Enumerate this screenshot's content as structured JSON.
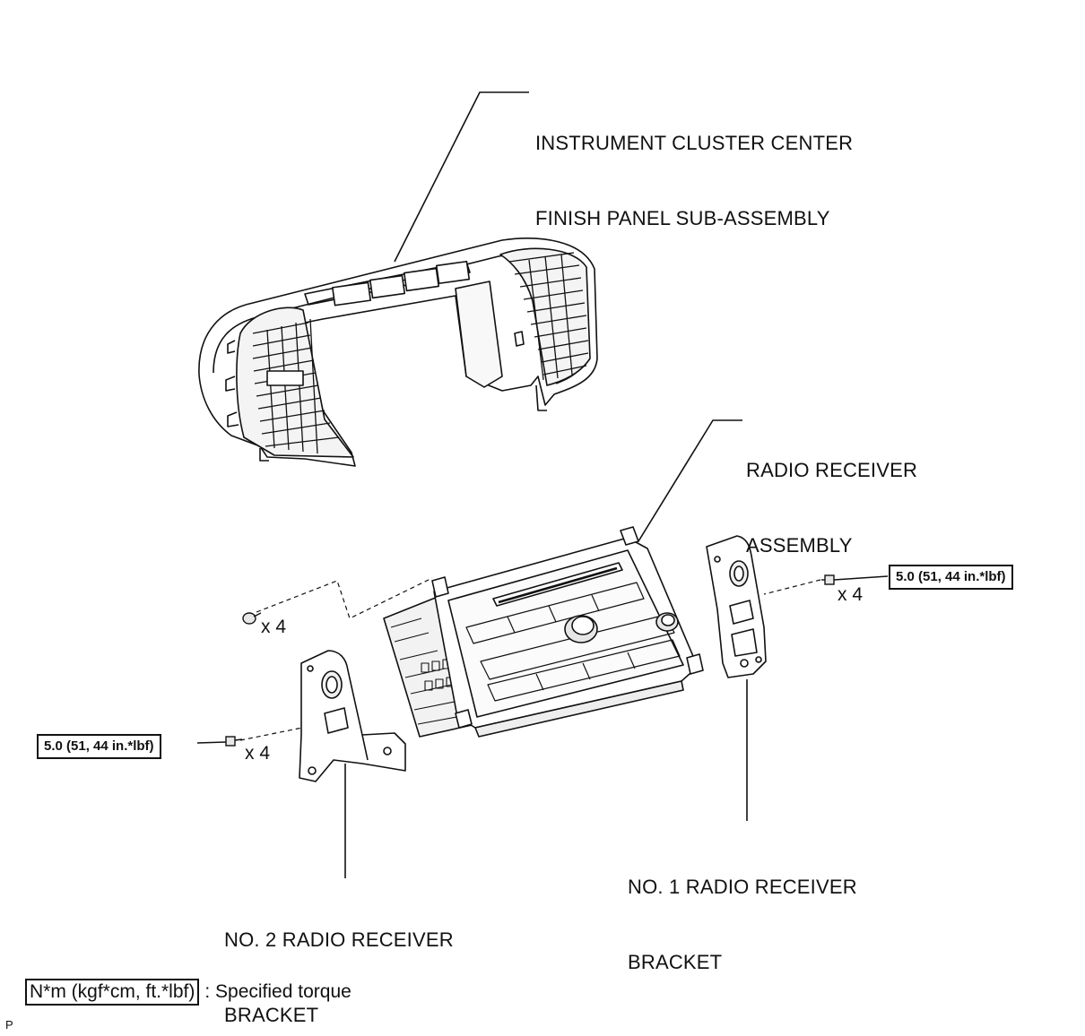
{
  "labels": {
    "finish_panel_line1": "INSTRUMENT CLUSTER CENTER",
    "finish_panel_line2": "FINISH PANEL SUB-ASSEMBLY",
    "radio_receiver_line1": "RADIO RECEIVER",
    "radio_receiver_line2": "ASSEMBLY",
    "bracket1_line1": "NO. 1 RADIO RECEIVER",
    "bracket1_line2": "BRACKET",
    "bracket2_line1": "NO. 2 RADIO RECEIVER",
    "bracket2_line2": "BRACKET"
  },
  "quantities": {
    "upper_left_screws": "x 4",
    "right_bolts": "x 4",
    "left_bolts": "x 4"
  },
  "torque": {
    "right": "5.0 (51, 44 in.*lbf)",
    "left": "5.0 (51, 44 in.*lbf)"
  },
  "legend": {
    "box": "N*m (kgf*cm, ft.*lbf)",
    "text": ": Specified torque"
  },
  "corner_mark": "P"
}
